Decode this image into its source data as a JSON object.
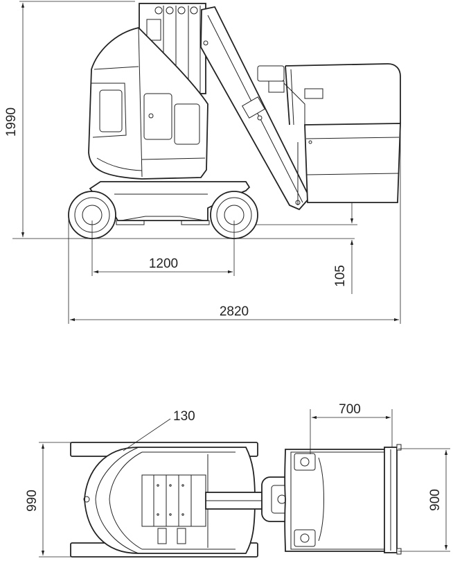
{
  "dimensions": {
    "height_total": "1990",
    "wheelbase": "1200",
    "ground_clearance": "105",
    "length_total": "2820",
    "top_offset": "130",
    "platform_depth": "700",
    "width_total": "990",
    "platform_width": "900"
  }
}
